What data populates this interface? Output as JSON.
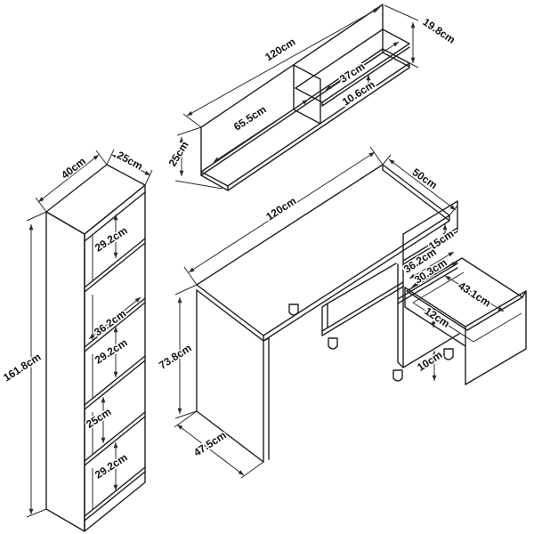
{
  "drawing_title": "furniture-set-technical-drawing",
  "colors": {
    "background": "#ffffff",
    "line": "#1f1f1f",
    "dimension_line": "#2b2b2b",
    "text": "#111111"
  },
  "wall_shelf": {
    "dims": {
      "length": "120cm",
      "end_height": "19.8cm",
      "inner_width": "37cm",
      "inner_gap": "10.6cm",
      "left_section": "65.5cm",
      "side_height": "25cm"
    }
  },
  "bookcase": {
    "dims": {
      "width": "40cm",
      "depth": "25cm",
      "height": "161.8cm",
      "compartment_1": "29.2cm",
      "interior_width": "36.2cm",
      "compartment_3": "29.2cm",
      "compartment_4": "25cm",
      "compartment_5": "29.2cm"
    }
  },
  "desk": {
    "dims": {
      "length": "120cm",
      "depth": "50cm",
      "height": "73.8cm",
      "side_panel_depth": "47.5cm",
      "cubby_height": "15cm",
      "opening_width": "36.2cm",
      "drawer_inner_width": "30.3cm",
      "drawer_inner_depth": "43.1cm",
      "drawer_front_height": "12cm",
      "leg_height": "10cm"
    }
  }
}
